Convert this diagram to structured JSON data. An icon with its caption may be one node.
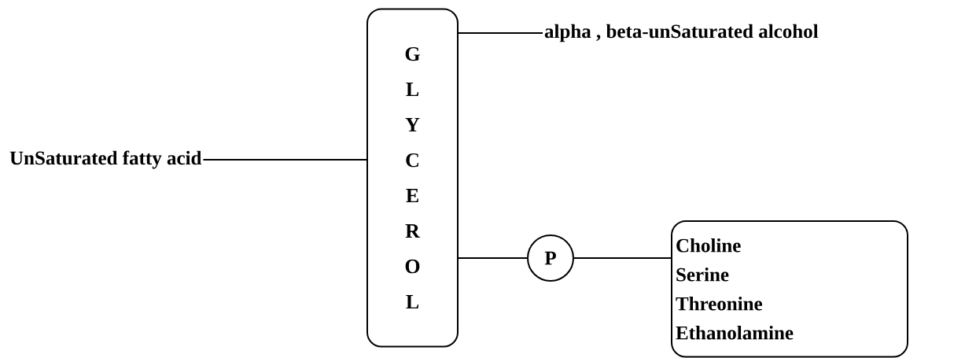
{
  "diagram": {
    "nodes": [
      {
        "text": [
          "G L Y C E R O L"
        ]
      },
      {
        "text": [
          "alpha , beta-unSaturated alcohol"
        ]
      },
      {
        "text": [
          "UnSaturated fatty acid"
        ]
      },
      {
        "text": [
          "P"
        ]
      },
      {
        "text": [
          "Choline",
          "Serine",
          "Threonine",
          "Ethanolamine"
        ]
      }
    ],
    "edges": [
      {
        "from": 0,
        "to": 1,
        "arrow": "none"
      },
      {
        "from": 2,
        "to": 0,
        "arrow": "none"
      },
      {
        "from": 0,
        "to": 3,
        "arrow": "none"
      },
      {
        "from": 3,
        "to": 4,
        "arrow": "none"
      }
    ]
  }
}
